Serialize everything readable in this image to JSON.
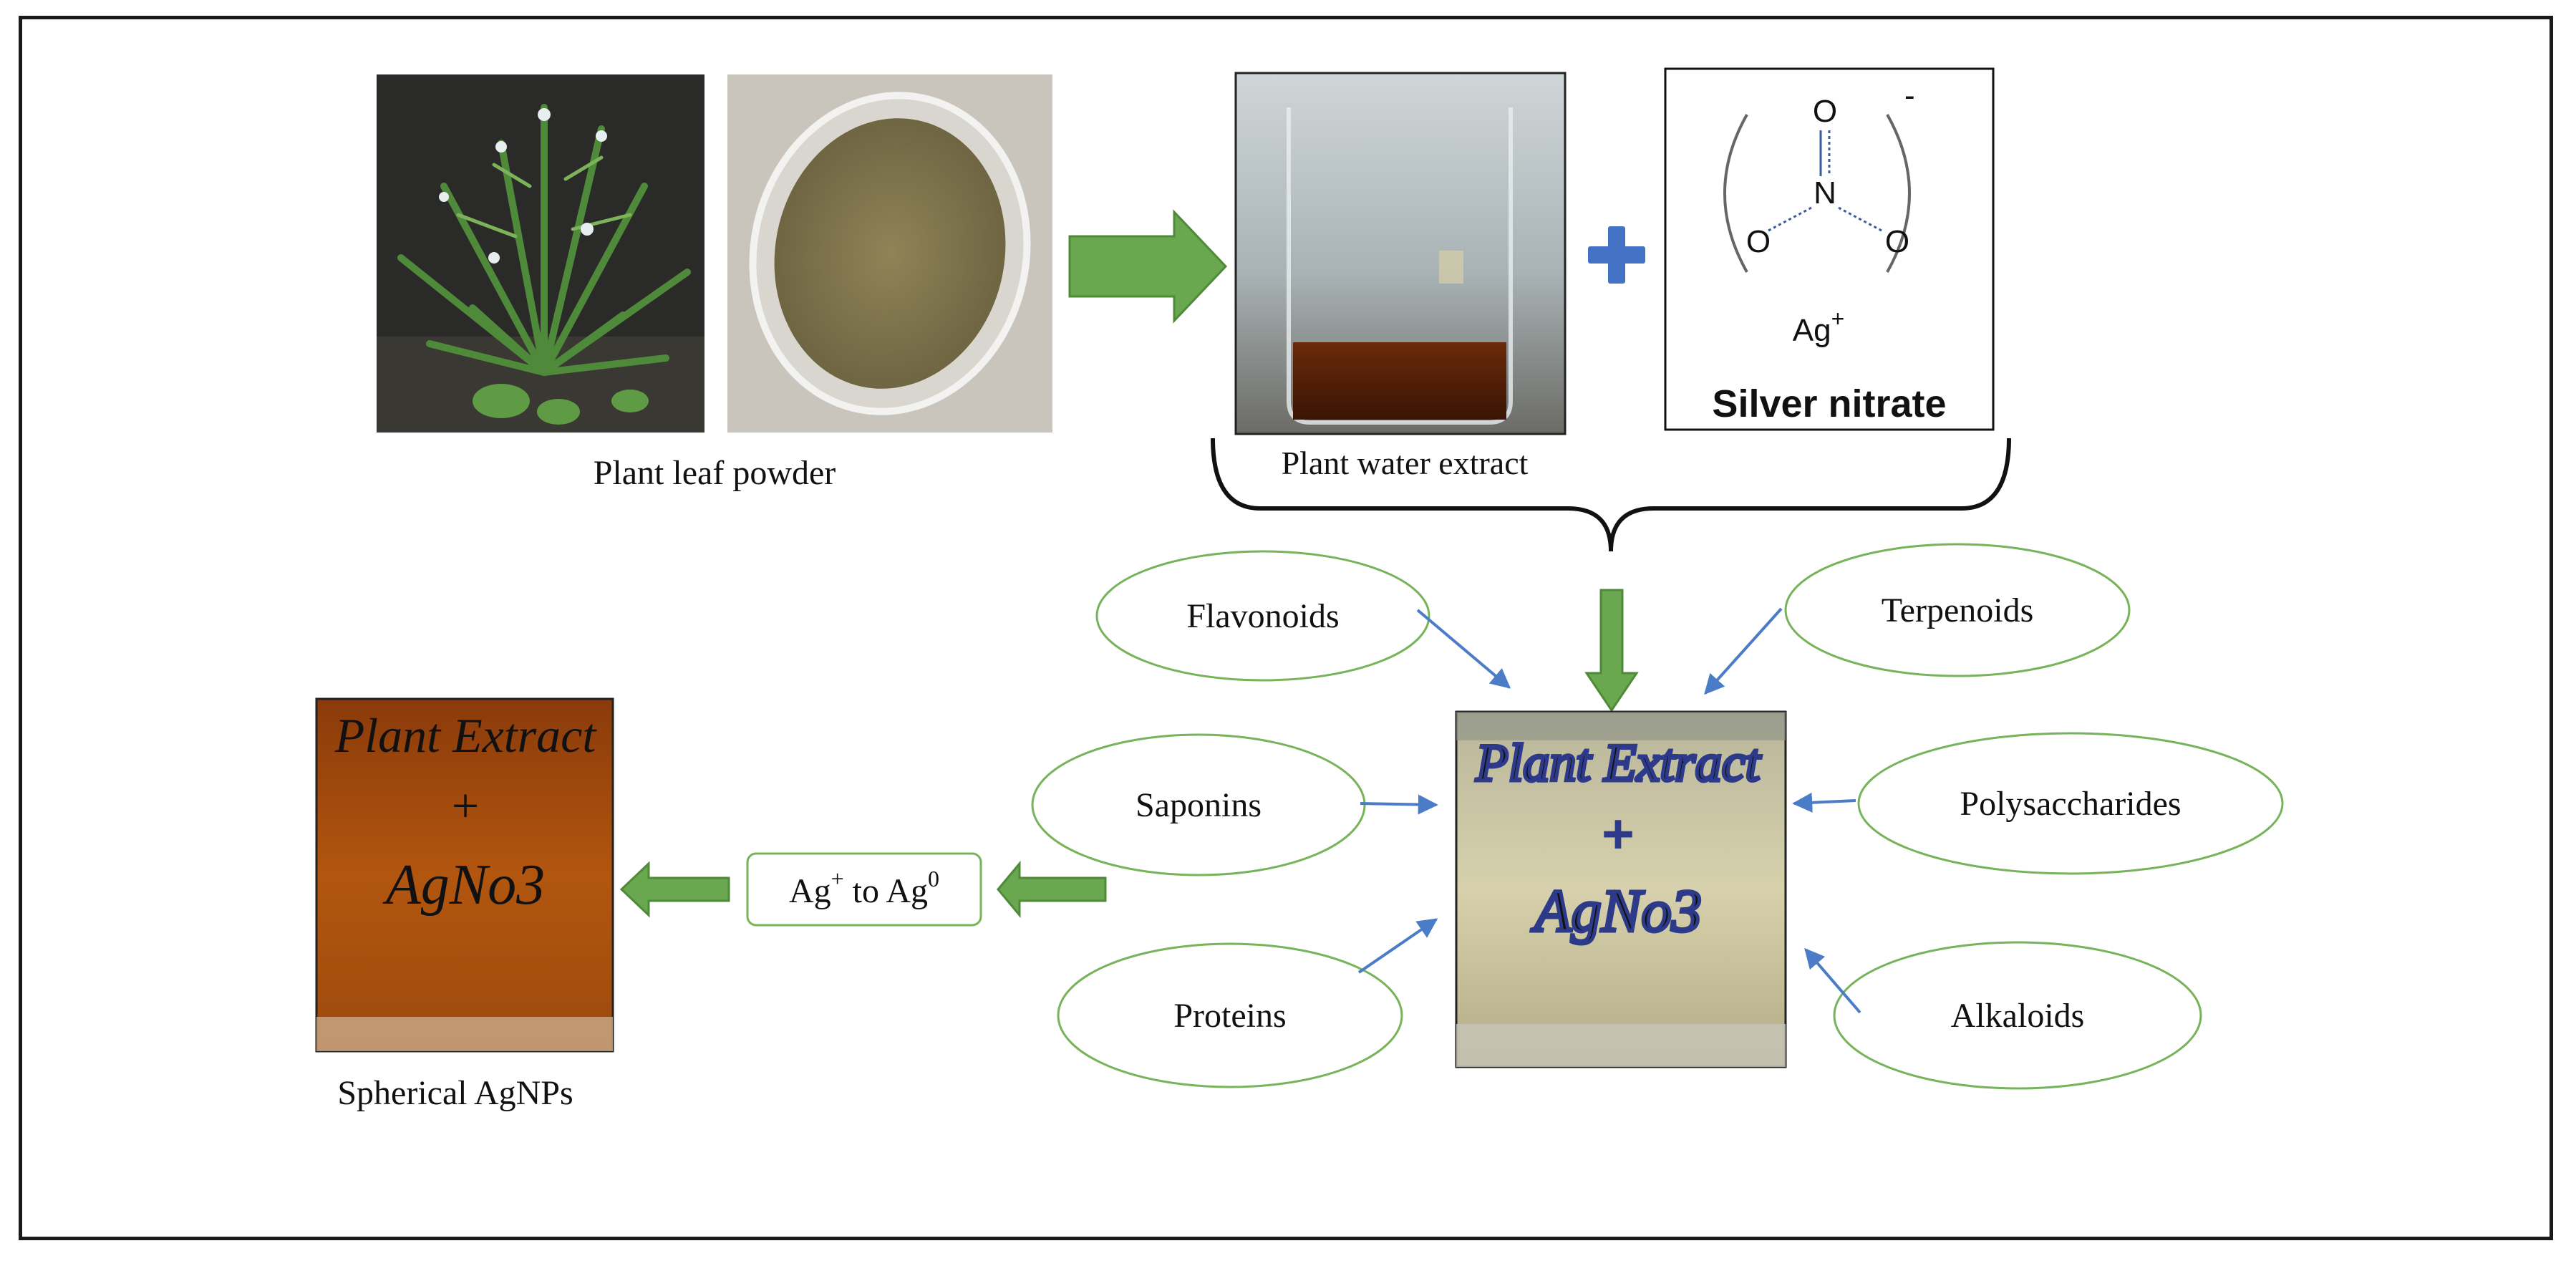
{
  "labels": {
    "plant_leaf_powder": "Plant leaf powder",
    "plant_water_extract": "Plant water extract",
    "silver_nitrate": "Silver nitrate",
    "spherical_agnps": "Spherical AgNPs",
    "reduction_base_1": "Ag",
    "reduction_sup_1": "+",
    "reduction_mid": " to Ag",
    "reduction_sup_2": "0"
  },
  "nitrate_structure": {
    "atom_n": "N",
    "atom_o_top": "O",
    "atom_o_left": "O",
    "atom_o_right": "O",
    "charge": "-",
    "cation": "Ag",
    "cation_charge": "+"
  },
  "phytochemicals": [
    "Flavonoids",
    "Terpenoids",
    "Saponins",
    "Polysaccharides",
    "Proteins",
    "Alkaloids"
  ],
  "handwriting": {
    "line1": "Plant Extract",
    "line2": "+",
    "line3": "AgNo3"
  },
  "colors": {
    "arrow_green": "#6aa84f",
    "arrow_green_dark": "#4f8a38",
    "ellipse_border": "#77b35a",
    "blue_arrow": "#4a7cc7",
    "plus_blue": "#4472c4",
    "nitrate_blue": "#3b5aa0"
  }
}
